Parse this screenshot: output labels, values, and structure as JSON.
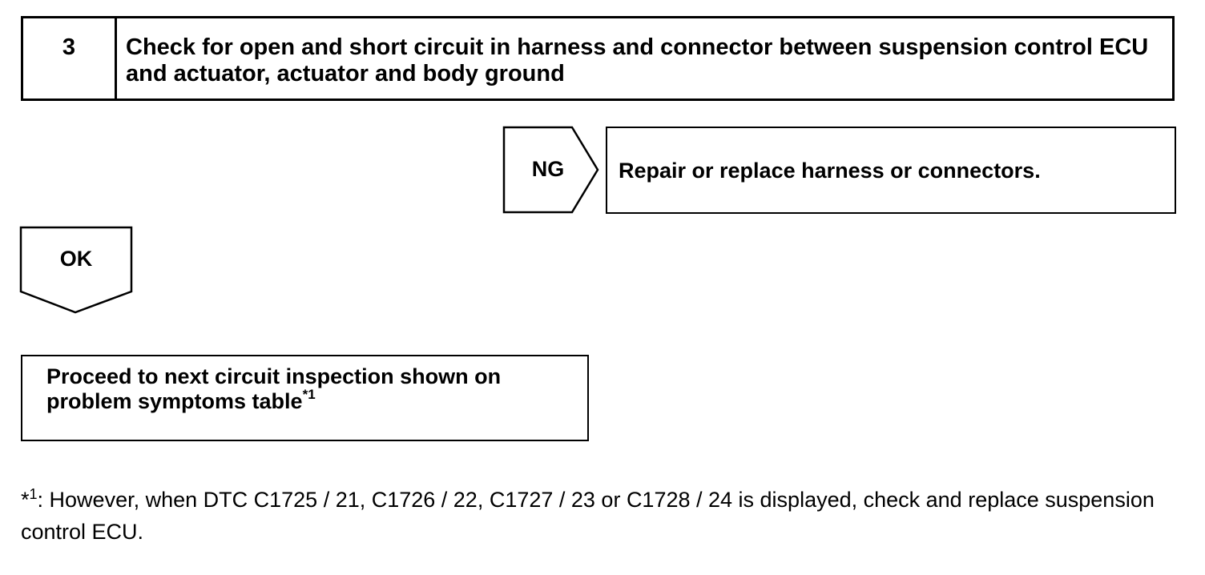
{
  "step": {
    "number": "3",
    "title": "Check for open and short circuit in harness and connector between suspension control ECU and actuator, actuator and body ground"
  },
  "ng_branch": {
    "label": "NG",
    "action": "Repair or replace harness or connectors."
  },
  "ok_branch": {
    "label": "OK"
  },
  "next_step": {
    "text": "Proceed to next circuit inspection shown on problem symptoms table",
    "note_marker": "*1"
  },
  "footnote": {
    "marker_star": "*",
    "marker_num": "1",
    "text": ": However, when DTC C1725 / 21, C1726 / 22, C1727 / 23 or C1728 / 24 is displayed, check and replace suspension control ECU."
  }
}
